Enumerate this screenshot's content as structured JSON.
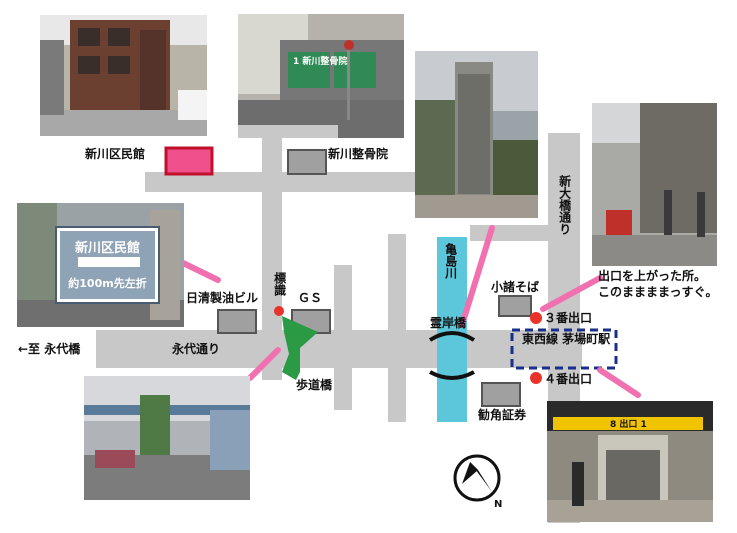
{
  "labels": {
    "shinkawa_kuminkan": "新川区民館",
    "shinkawa_seikotsuin": "新川整骨院",
    "shin_ohashi_dori": "新大橋通り",
    "kameshimagawa": "亀島川",
    "nisshin_seiyu_building": "日清製油ビル",
    "hyoshiki": "標識",
    "gs": "ＧＳ",
    "eitai_dori": "永代通り",
    "to_eitaibashi": "←至 永代橋",
    "hodokyo": "歩道橋",
    "reiganbashi": "霊岸橋",
    "komoro_soba": "小諸そば",
    "exit3": "３番出口",
    "exit4": "４番出口",
    "station": "東西線 茅場町駅",
    "kakumaru_securities": "勧角証券",
    "exit_note_line1": "出口を上がった所。",
    "exit_note_line2": "このままままっすぐ。",
    "north": "N"
  },
  "photo_texts": {
    "road_sign_name": "新川区民館",
    "road_sign_distance": "約100m先左折",
    "clinic_sign": "1 新川整骨院",
    "station_sign": "8 出口 1"
  },
  "colors": {
    "road": "#c8c8c8",
    "river": "#5cc6da",
    "kuminkan_marker": "#f0508c",
    "pointer": "#f070b0",
    "exit_dot": "#e8322a",
    "hodokyo": "#2a9a45",
    "station_box": "#1a2f8a",
    "building_box": "#a0a0a0"
  },
  "icons": [
    "compass-icon"
  ]
}
